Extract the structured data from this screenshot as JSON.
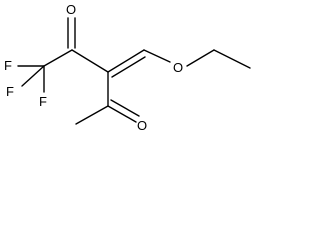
{
  "molecule": {
    "atoms": [
      {
        "id": "O1",
        "symbol": "O"
      },
      {
        "id": "O2",
        "symbol": "O"
      },
      {
        "id": "O3",
        "symbol": "O"
      },
      {
        "id": "F1",
        "symbol": "F"
      },
      {
        "id": "F2",
        "symbol": "F"
      },
      {
        "id": "F3",
        "symbol": "F"
      }
    ],
    "bond_color": "#000000",
    "label_color": "#000000"
  }
}
